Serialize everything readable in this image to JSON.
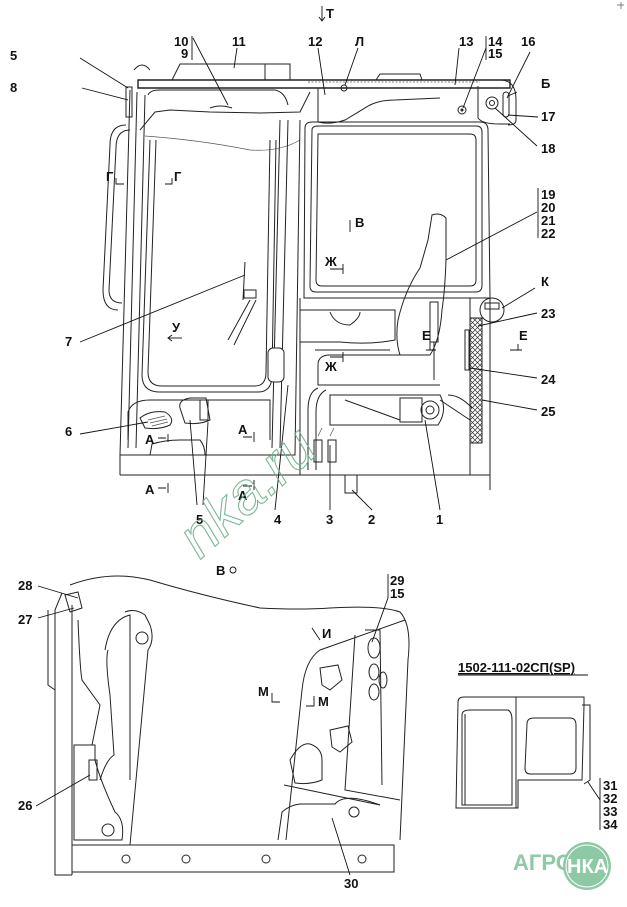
{
  "drawing": {
    "title": "Tractor cab assembly — parts diagram",
    "variant_code": "1502-111-02СП(SP)",
    "view_markers": {
      "T": "Т",
      "L": "Л",
      "B_cyr": "Б",
      "G_left": "Г",
      "G_right": "Г",
      "V_mid": "В",
      "ZH_top": "Ж",
      "ZH_bottom": "Ж",
      "U": "У",
      "E_left": "Е",
      "E_right": "Е",
      "K": "К",
      "A_1": "А",
      "A_2": "А",
      "A_3": "А",
      "A_4": "А",
      "V_detail": "В",
      "I": "И",
      "M_left": "М",
      "M_right": "М"
    },
    "callouts": {
      "c1": "1",
      "c2": "2",
      "c3": "3",
      "c4": "4",
      "c5a": "5",
      "c5b": "5",
      "c6": "6",
      "c7": "7",
      "c8": "8",
      "c9": "9",
      "c10": "10",
      "c11": "11",
      "c12": "12",
      "c13": "13",
      "c14": "14",
      "c15a": "15",
      "c16": "16",
      "c17": "17",
      "c18": "18",
      "c19": "19",
      "c20": "20",
      "c21": "21",
      "c22": "22",
      "c23": "23",
      "c24": "24",
      "c25": "25",
      "c26": "26",
      "c27": "27",
      "c28": "28",
      "c29": "29",
      "c15b": "15",
      "c30": "30",
      "c31": "31",
      "c32": "32",
      "c33": "33",
      "c34": "34"
    },
    "watermark": "nka.ru",
    "logo": {
      "left": "АГРО",
      "right": "НКА",
      "color": "#8dc9a4"
    }
  }
}
